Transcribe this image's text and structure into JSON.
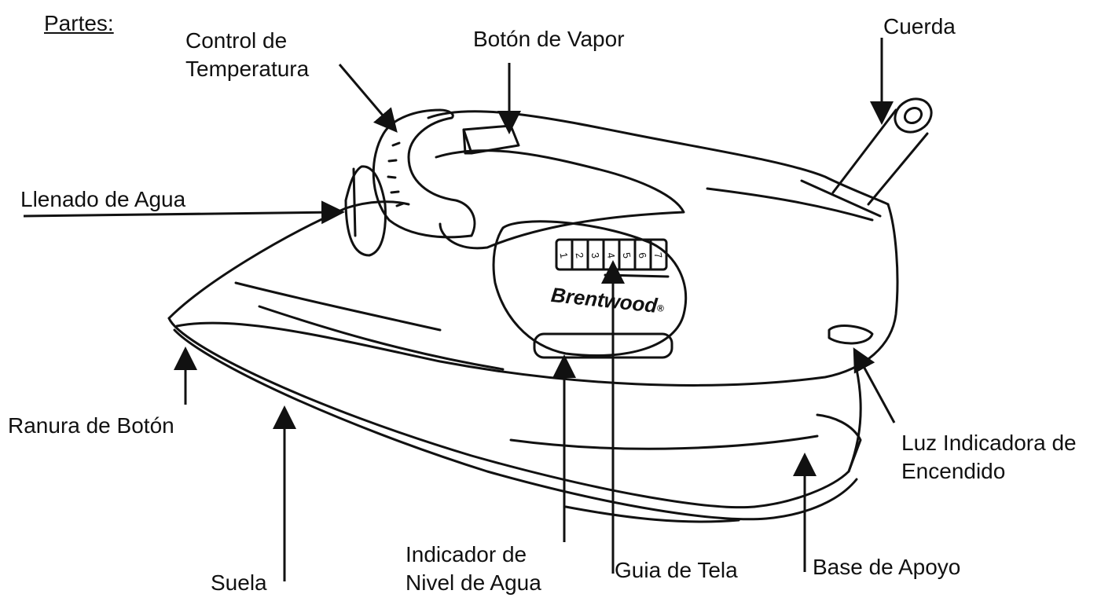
{
  "title": "Partes:",
  "brand": "Brentwood",
  "brand_mark": "®",
  "fabric_scale": [
    "1",
    "2",
    "3",
    "4",
    "5",
    "6",
    "7"
  ],
  "labels": {
    "control_temp": "Control de\nTemperatura",
    "boton_vapor": "Botón de Vapor",
    "cuerda": "Cuerda",
    "llenado_agua": "Llenado de Agua",
    "ranura_boton": "Ranura de Botón",
    "suela": "Suela",
    "indicador_nivel": "Indicador de\nNivel de Agua",
    "guia_tela": "Guia de Tela",
    "base_apoyo": "Base de Apoyo",
    "luz_indicadora": "Luz Indicadora de\nEncendido"
  }
}
